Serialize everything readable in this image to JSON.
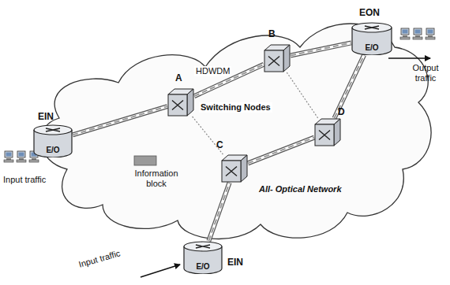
{
  "diagram": {
    "nodes": [
      {
        "text": [
          "EIN",
          "E/O"
        ]
      },
      {
        "text": [
          "A"
        ]
      },
      {
        "text": [
          "B"
        ]
      },
      {
        "text": [
          "C"
        ]
      },
      {
        "text": [
          "D"
        ]
      },
      {
        "text": [
          "EON",
          "E/O"
        ]
      },
      {
        "text": [
          "EIN",
          "E/O"
        ]
      }
    ],
    "edges": [
      {
        "from": 0,
        "to": 1,
        "arrow": "none"
      },
      {
        "from": 1,
        "to": 2,
        "arrow": "none"
      },
      {
        "from": 2,
        "to": 5,
        "arrow": "none"
      },
      {
        "from": 1,
        "to": 3,
        "arrow": "none"
      },
      {
        "from": 2,
        "to": 4,
        "arrow": "none"
      },
      {
        "from": 3,
        "to": 4,
        "arrow": "none"
      },
      {
        "from": 4,
        "to": 5,
        "arrow": "none"
      },
      {
        "from": 6,
        "to": 3,
        "arrow": "none"
      }
    ],
    "labels": [
      "Input traffic",
      "Information block",
      "HDWDM",
      "Switching Nodes",
      "All- Optical Network",
      "Output traffic",
      "Input traffic"
    ]
  }
}
